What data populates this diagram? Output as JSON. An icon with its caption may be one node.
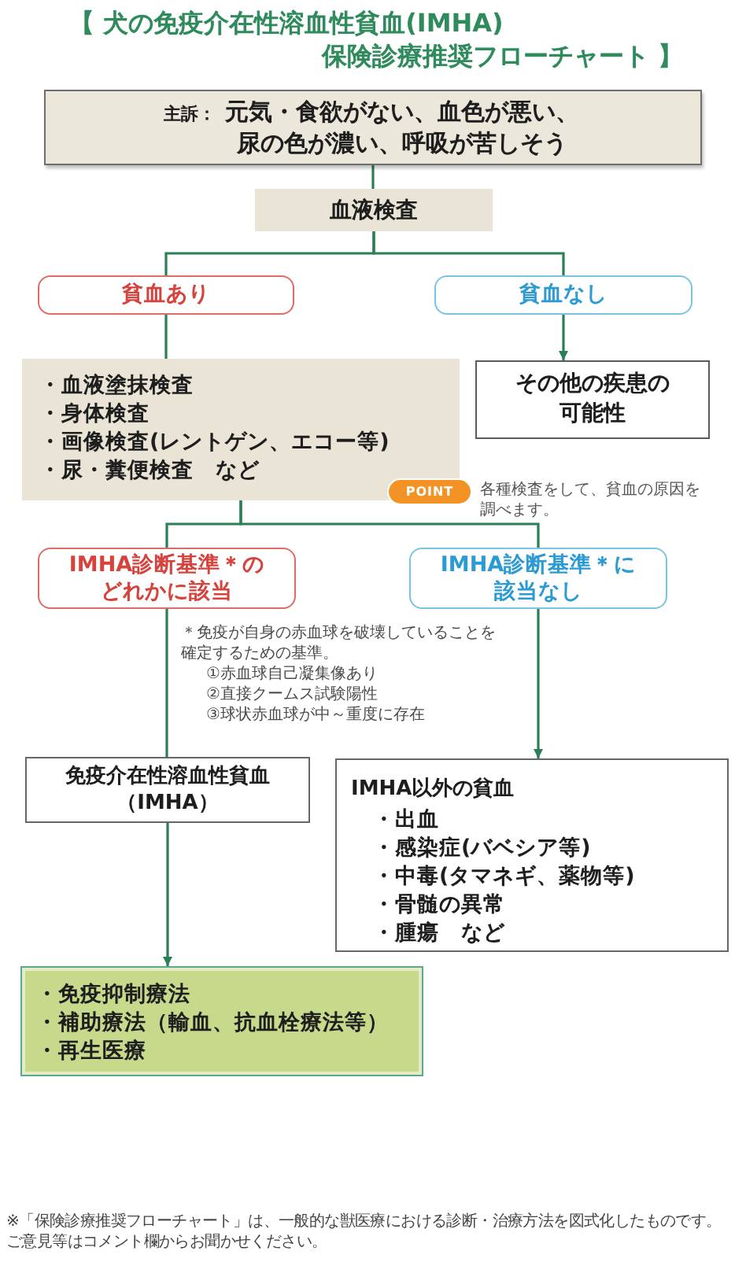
{
  "diagram": {
    "title": "【 犬の免疫介在性溶血性貧血(IMHA) 保険診療推奨フローチャート 】",
    "nodes": [
      {
        "text": [
          "主訴：",
          "元気・食欲がない、血色が悪い、尿の色が濃い、呼吸が苦しそう"
        ]
      },
      {
        "text": [
          "血液検査"
        ]
      },
      {
        "text": [
          "貧血あり"
        ]
      },
      {
        "text": [
          "貧血なし"
        ]
      },
      {
        "text": [
          "・血液塗抹検査",
          "・身体検査",
          "・画像検査(レントゲン、エコー等)",
          "・尿・糞便検査　など"
        ]
      },
      {
        "text": [
          "その他の疾患の可能性"
        ]
      },
      {
        "text": [
          "POINT"
        ],
        "beside": [
          "各種検査をして、貧血の原因を調べます。"
        ]
      },
      {
        "text": [
          "IMHA診断基準＊のどれかに該当"
        ]
      },
      {
        "text": [
          "IMHA診断基準＊に該当なし"
        ]
      },
      {
        "text": [
          "免疫介在性溶血性貧血（IMHA）"
        ]
      },
      {
        "text": [
          "IMHA以外の貧血",
          "・出血",
          "・感染症(バベシア等)",
          "・中毒(タマネギ、薬物等)",
          "・骨髄の異常",
          "・腫瘍　など"
        ]
      },
      {
        "text": [
          "・免疫抑制療法",
          "・補助療法（輸血、抗血栓療法等）",
          "・再生医療"
        ]
      }
    ],
    "edges": [
      {
        "from": 0,
        "to": 1,
        "arrow": "none"
      },
      {
        "from": 1,
        "to": 2,
        "arrow": "none"
      },
      {
        "from": 1,
        "to": 3,
        "arrow": "none"
      },
      {
        "from": 2,
        "to": 4,
        "arrow": "none"
      },
      {
        "from": 3,
        "to": 5,
        "arrow": "to"
      },
      {
        "from": 4,
        "to": 7,
        "arrow": "none"
      },
      {
        "from": 4,
        "to": 8,
        "arrow": "none"
      },
      {
        "from": 7,
        "to": 9,
        "arrow": "none"
      },
      {
        "from": 8,
        "to": 10,
        "arrow": "to"
      },
      {
        "from": 9,
        "to": 11,
        "arrow": "to"
      }
    ],
    "labels": [
      "＊免疫が自身の赤血球を破壊していることを確定するための基準。",
      "①赤血球自己凝集像あり",
      "②直接クームス試験陽性",
      "③球状赤血球が中～重度に存在",
      "※「保険診療推奨フローチャート」は、一般的な獣医療における診断・治療方法を図式化したものです。",
      "ご意見等はコメント欄からお聞かせください。"
    ]
  }
}
